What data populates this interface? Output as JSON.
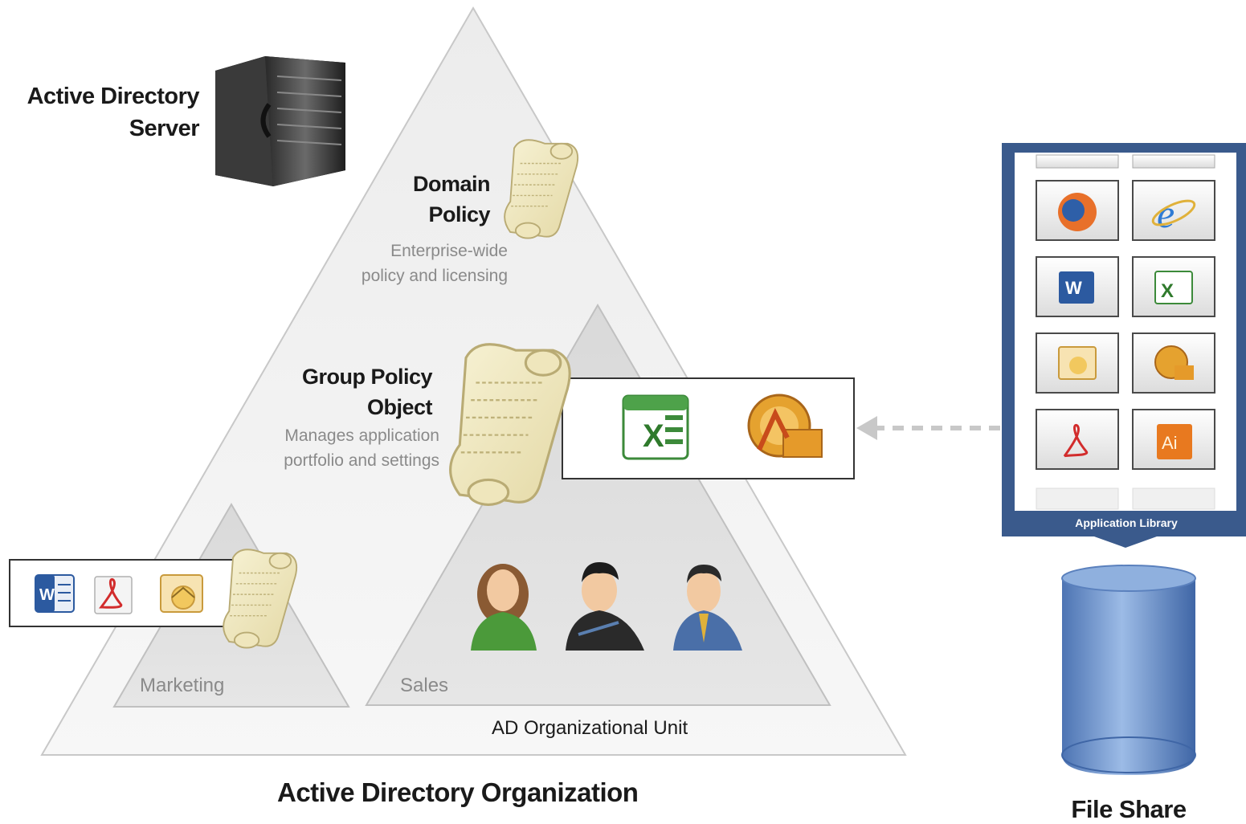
{
  "labels": {
    "ad_server_line1": "Active Directory",
    "ad_server_line2": "Server",
    "domain_policy_line1": "Domain",
    "domain_policy_line2": "Policy",
    "domain_policy_desc_line1": "Enterprise-wide",
    "domain_policy_desc_line2": "policy and licensing",
    "gpo_line1": "Group Policy",
    "gpo_line2": "Object",
    "gpo_desc_line1": "Manages application",
    "gpo_desc_line2": "portfolio and settings",
    "marketing": "Marketing",
    "sales": "Sales",
    "ou": "AD Organizational Unit",
    "organization": "Active Directory Organization",
    "app_library": "Application Library",
    "file_share": "File Share"
  },
  "library_apps": [
    "firefox-icon",
    "internet-explorer-icon",
    "word-icon",
    "excel-icon",
    "outlook-icon",
    "app-installer-icon",
    "acrobat-icon",
    "illustrator-icon"
  ],
  "gpo_apps": [
    "excel-icon",
    "app-installer-icon"
  ],
  "marketing_apps": [
    "word-icon",
    "acrobat-icon",
    "outlook-icon"
  ],
  "users": [
    "user-woman-icon",
    "user-man-icon",
    "user-businessman-icon"
  ],
  "colors": {
    "library_frame": "#3a5a8c",
    "file_share": "#6e93c9",
    "triangle_outer": "#f3f3f3",
    "triangle_inner": "#e3e3e3",
    "scroll": "#f2ecc6",
    "excel": "#3c8a3a",
    "acrobat": "#d22c2c",
    "illustrator": "#e8791f",
    "word": "#2c5aa0"
  }
}
